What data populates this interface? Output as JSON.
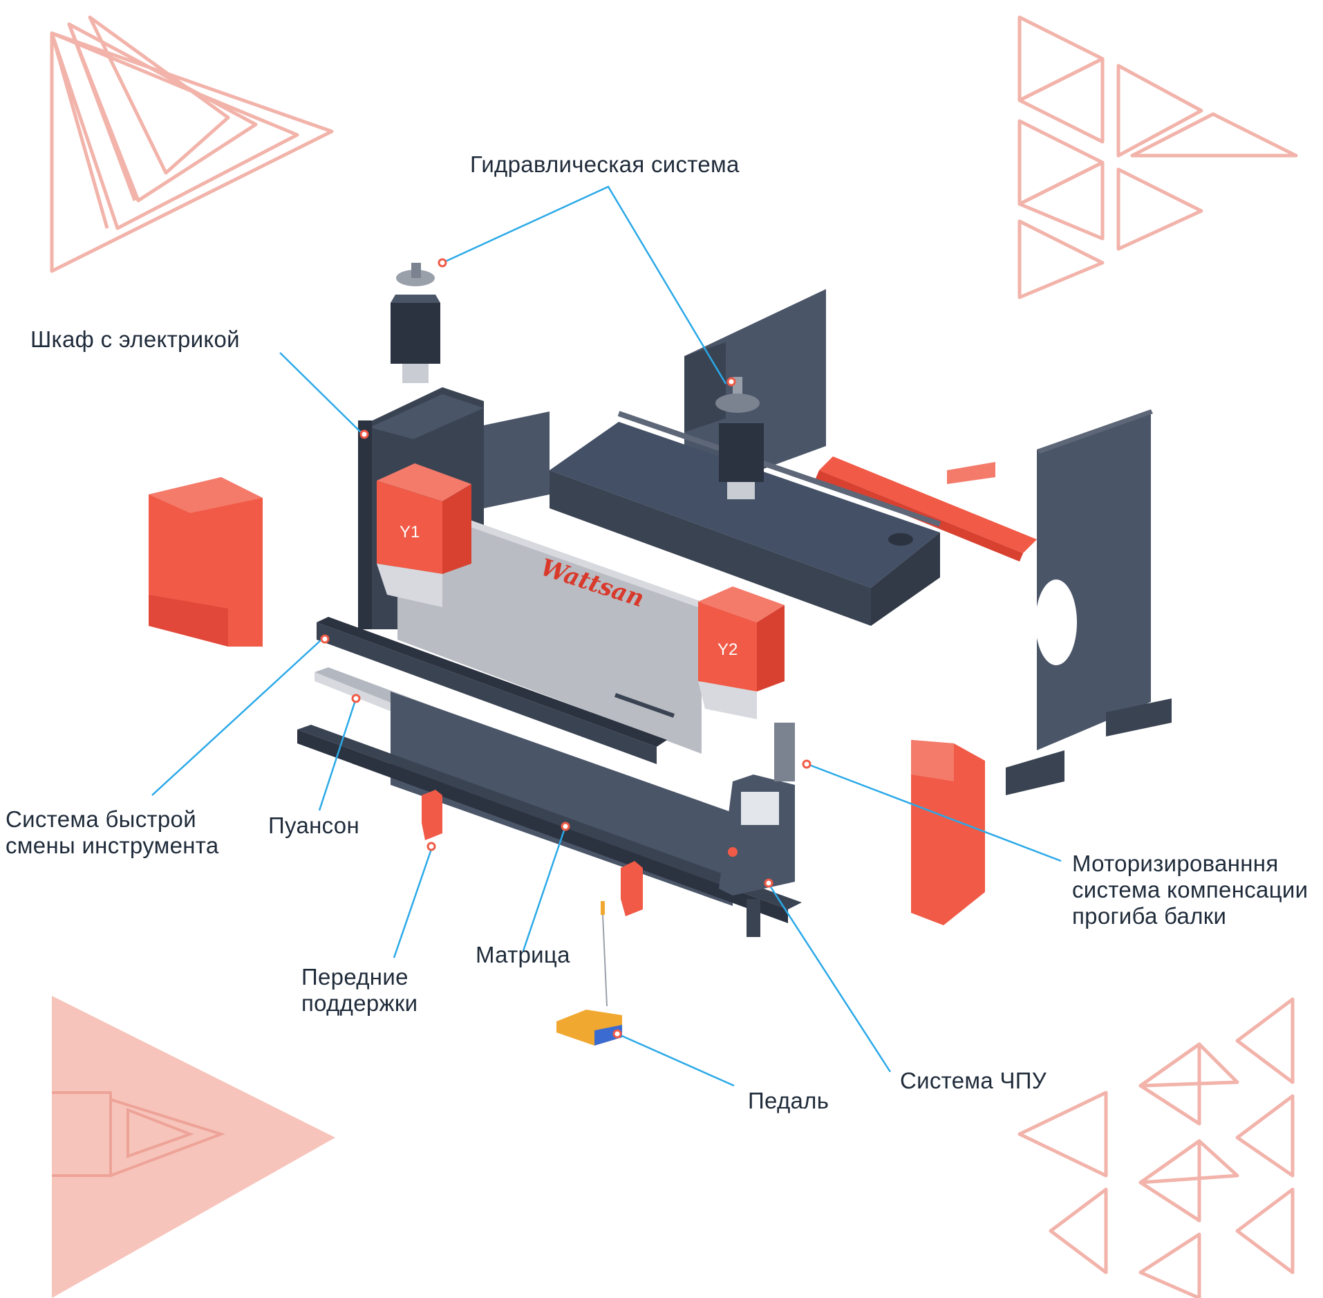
{
  "brand": {
    "logo": "Wattsan",
    "cylinder_left_mark": "Y1",
    "cylinder_right_mark": "Y2"
  },
  "colors": {
    "accent": "#f05a46",
    "steel": "#4a5568",
    "steel_dark": "#3a4352",
    "callout_line": "#2aa9e8",
    "decor": "#f2b3aa",
    "text": "#1f2b3a"
  },
  "labels": {
    "hydraulic": "Гидравлическая система",
    "cabinet": "Шкаф с электрикой",
    "quick_change": [
      "Система быстрой",
      "смены инструмента"
    ],
    "punch": "Пуансон",
    "crowning": [
      "Моторизированння",
      "система компенсации",
      "прогиба балки"
    ],
    "die": "Матрица",
    "front_supports": [
      "Передние",
      "поддержки"
    ],
    "cnc": "Система ЧПУ",
    "pedal": "Педаль"
  }
}
